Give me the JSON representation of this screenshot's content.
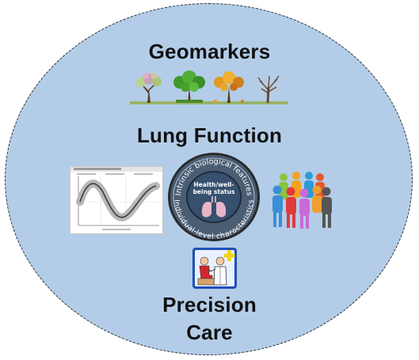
{
  "diagram": {
    "headings": {
      "geomarkers": "Geomarkers",
      "lung_function": "Lung Function",
      "precision": "Precision",
      "care": "Care"
    },
    "badge": {
      "top_arc": "Intrinsic biological features",
      "bottom_arc": "Individual-level characteristics",
      "center_line1": "Health/well-",
      "center_line2": "being status"
    },
    "icons": [
      "seasonal-trees-icon",
      "lung-function-plot-icon",
      "lungs-icon",
      "people-group-icon",
      "clinician-patient-icon"
    ],
    "colors": {
      "circle_fill": "#b3cde8",
      "badge_ring": "#2f3f52",
      "badge_center": "#35506e",
      "clinic_frame": "#1f4fb8"
    }
  }
}
